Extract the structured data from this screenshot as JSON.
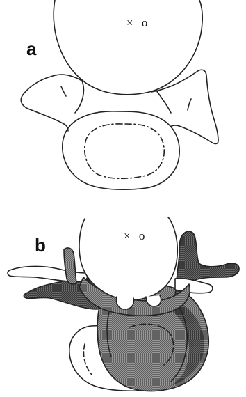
{
  "panels": [
    {
      "label": "a",
      "marker": "× o"
    },
    {
      "label": "b",
      "marker": "× o"
    }
  ],
  "colors": {
    "line": "#222222",
    "shading": "#6a6a6a",
    "background": "#ffffff"
  }
}
